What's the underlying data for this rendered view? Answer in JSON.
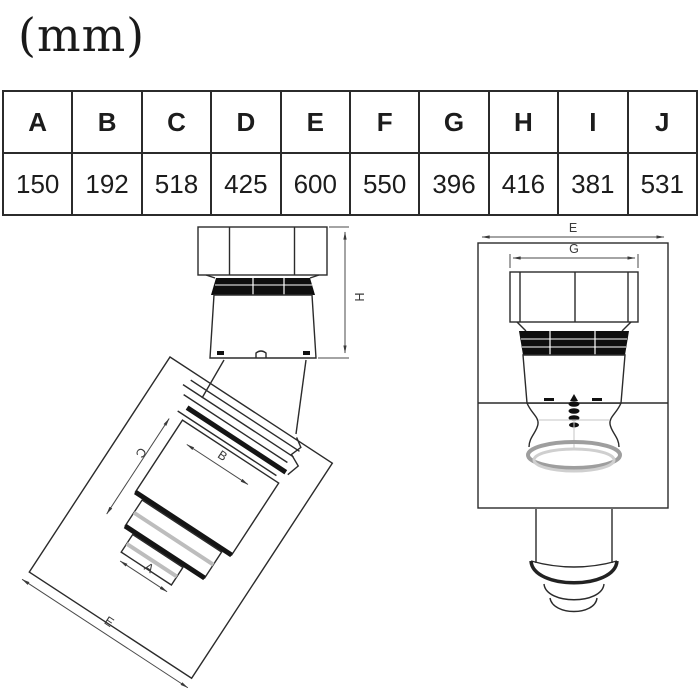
{
  "unit_label": "(mm)",
  "table": {
    "headers": [
      "A",
      "B",
      "C",
      "D",
      "E",
      "F",
      "G",
      "H",
      "I",
      "J"
    ],
    "values": [
      "150",
      "192",
      "518",
      "425",
      "600",
      "550",
      "396",
      "416",
      "381",
      "531"
    ]
  },
  "labels": {
    "side": {
      "h": "H",
      "c": "C",
      "b": "B",
      "a": "A",
      "e": "E"
    },
    "front": {
      "e": "E",
      "g": "G"
    }
  },
  "colors": {
    "line": "#2b2b2b",
    "louver_black": "#0e0e0e",
    "band_black": "#151515",
    "band_gray": "#bdbdbd",
    "rim_gray": "#9e9e9e",
    "dim_text": "#3a3a3a",
    "table_border": "#2b2b2b",
    "background": "#ffffff"
  }
}
